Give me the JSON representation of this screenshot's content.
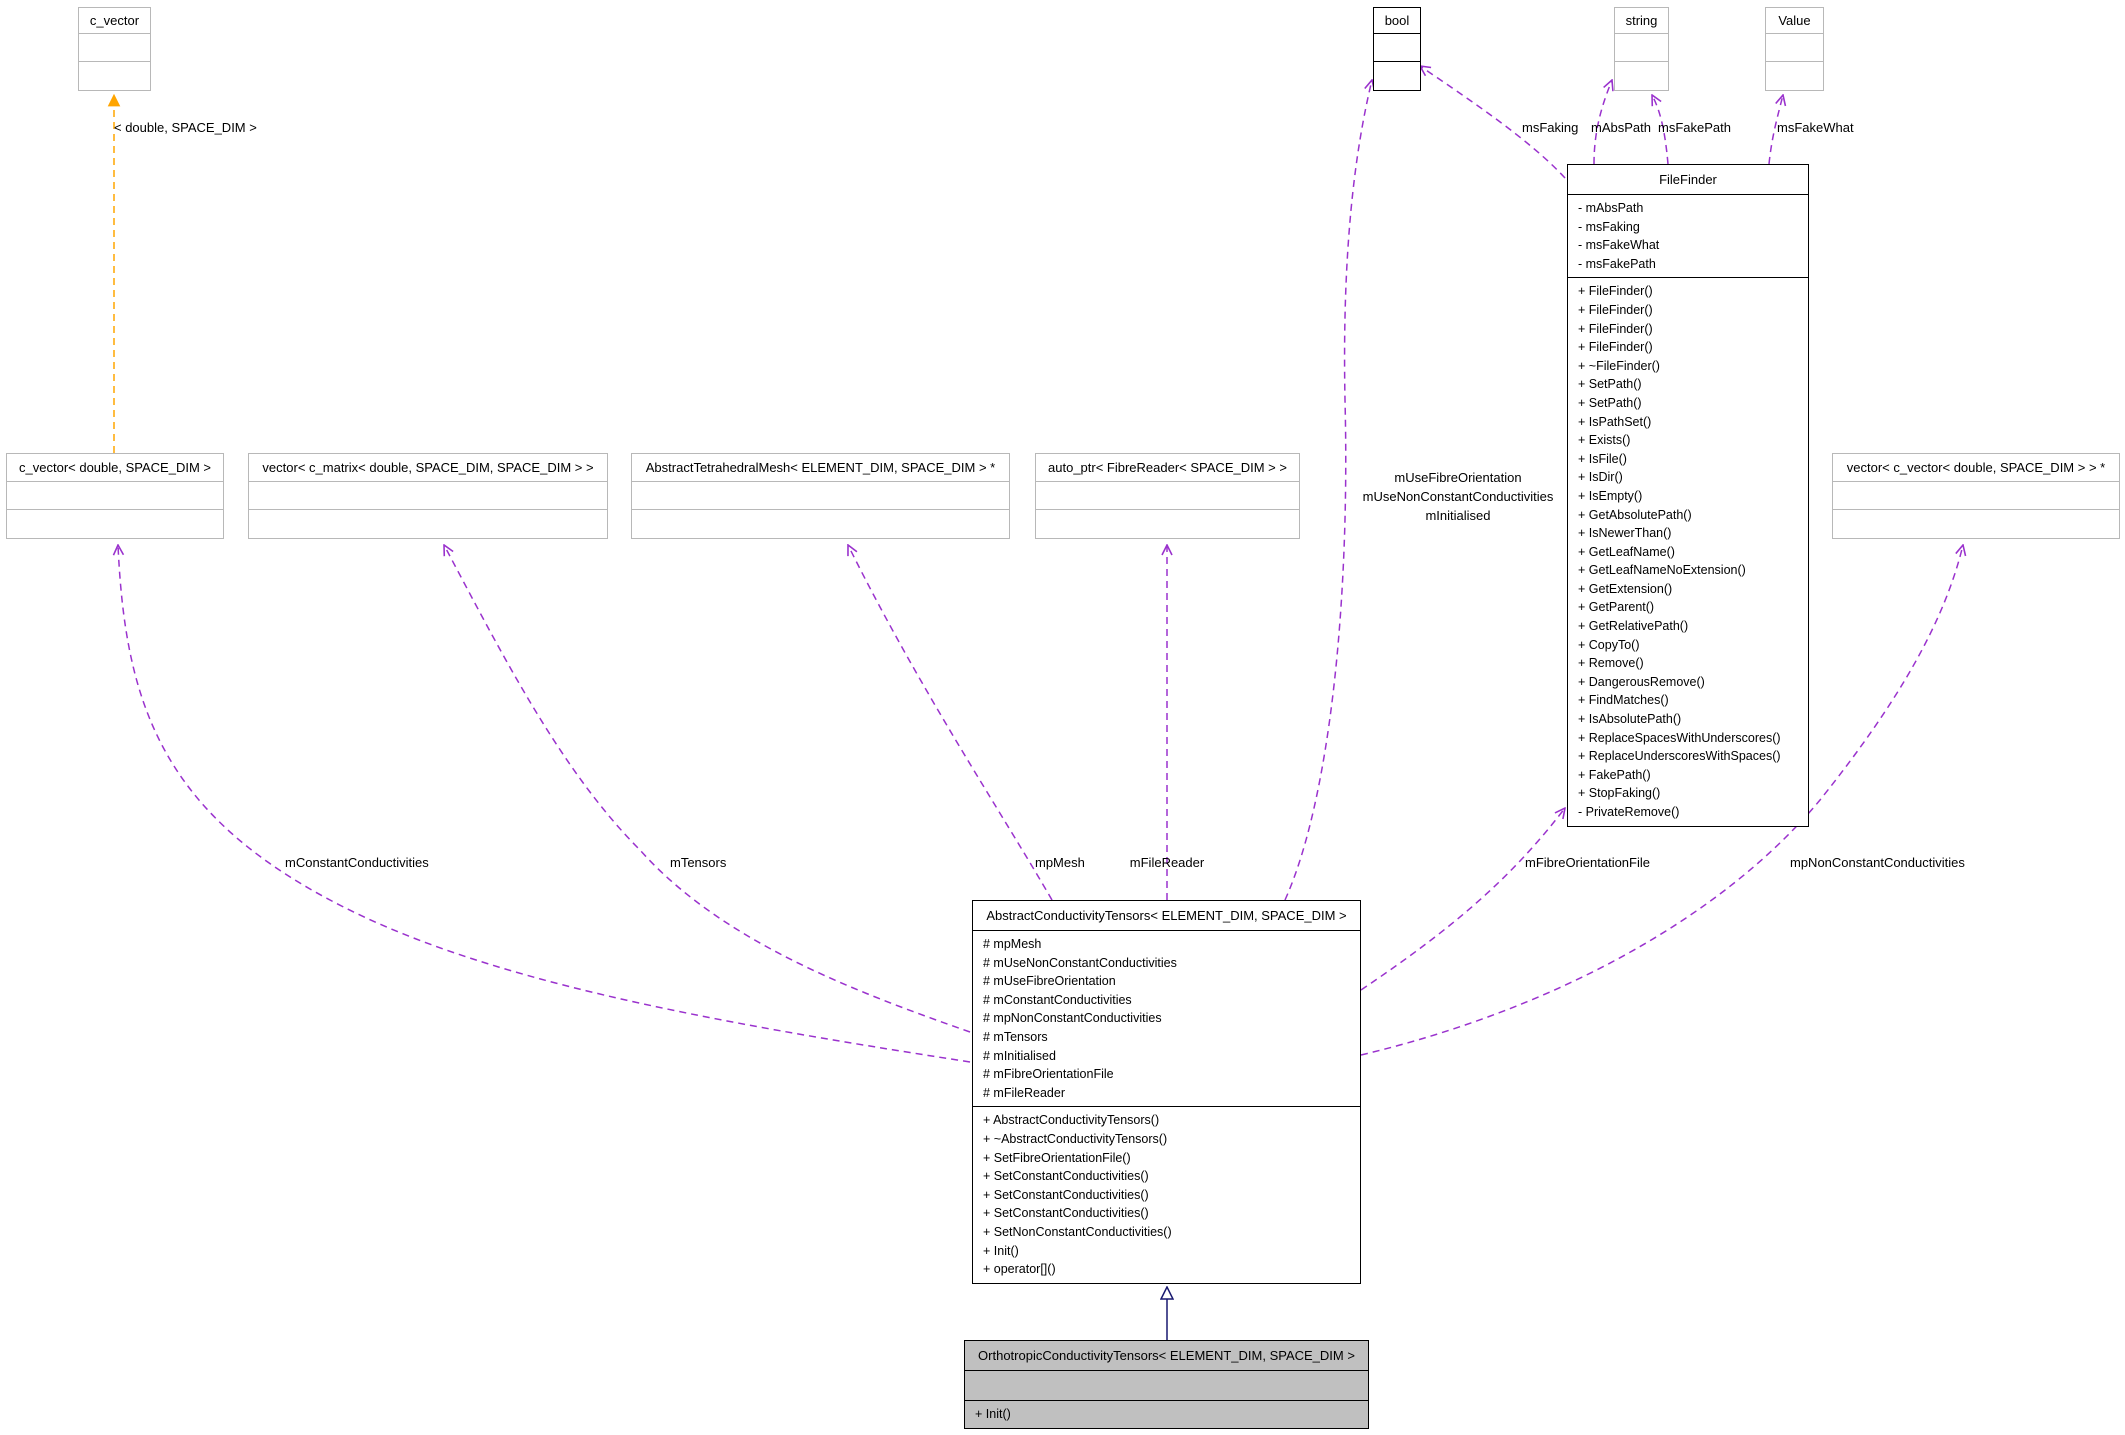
{
  "nodes": [
    {
      "id": "c_vector",
      "title": "c_vector",
      "style": "gray",
      "attrs": [],
      "ops": []
    },
    {
      "id": "bool",
      "title": "bool",
      "style": "black",
      "attrs": [],
      "ops": []
    },
    {
      "id": "string",
      "title": "string",
      "style": "gray",
      "attrs": [],
      "ops": []
    },
    {
      "id": "value",
      "title": "Value",
      "style": "gray",
      "attrs": [],
      "ops": []
    },
    {
      "id": "cvec_double",
      "title": "c_vector< double, SPACE_DIM >",
      "style": "gray",
      "attrs": [],
      "ops": []
    },
    {
      "id": "vec_cmatrix",
      "title": "vector< c_matrix< double, SPACE_DIM, SPACE_DIM > >",
      "style": "gray",
      "attrs": [],
      "ops": []
    },
    {
      "id": "abs_tet_mesh",
      "title": "AbstractTetrahedralMesh< ELEMENT_DIM, SPACE_DIM > *",
      "style": "gray",
      "attrs": [],
      "ops": []
    },
    {
      "id": "auto_ptr_fibre",
      "title": "auto_ptr< FibreReader< SPACE_DIM > >",
      "style": "gray",
      "attrs": [],
      "ops": []
    },
    {
      "id": "vec_cvec",
      "title": "vector< c_vector< double, SPACE_DIM > > *",
      "style": "gray",
      "attrs": [],
      "ops": []
    },
    {
      "id": "filefinder",
      "title": "FileFinder",
      "style": "black",
      "attrs": [
        "- mAbsPath",
        "- msFaking",
        "- msFakeWhat",
        "- msFakePath"
      ],
      "ops": [
        "+ FileFinder()",
        "+ FileFinder()",
        "+ FileFinder()",
        "+ FileFinder()",
        "+ ~FileFinder()",
        "+ SetPath()",
        "+ SetPath()",
        "+ IsPathSet()",
        "+ Exists()",
        "+ IsFile()",
        "+ IsDir()",
        "+ IsEmpty()",
        "+ GetAbsolutePath()",
        "+ IsNewerThan()",
        "+ GetLeafName()",
        "+ GetLeafNameNoExtension()",
        "+ GetExtension()",
        "+ GetParent()",
        "+ GetRelativePath()",
        "+ CopyTo()",
        "+ Remove()",
        "+ DangerousRemove()",
        "+ FindMatches()",
        "+ IsAbsolutePath()",
        "+ ReplaceSpacesWithUnderscores()",
        "+ ReplaceUnderscoresWithSpaces()",
        "+ FakePath()",
        "+ StopFaking()",
        "- PrivateRemove()"
      ]
    },
    {
      "id": "abstract_ct",
      "title": "AbstractConductivityTensors< ELEMENT_DIM, SPACE_DIM >",
      "style": "black",
      "attrs": [
        "# mpMesh",
        "# mUseNonConstantConductivities",
        "# mUseFibreOrientation",
        "# mConstantConductivities",
        "# mpNonConstantConductivities",
        "# mTensors",
        "# mInitialised",
        "# mFibreOrientationFile",
        "# mFileReader"
      ],
      "ops": [
        "+ AbstractConductivityTensors()",
        "+ ~AbstractConductivityTensors()",
        "+ SetFibreOrientationFile()",
        "+ SetConstantConductivities()",
        "+ SetConstantConductivities()",
        "+ SetConstantConductivities()",
        "+ SetNonConstantConductivities()",
        "+ Init()",
        "+ operator[]()"
      ]
    },
    {
      "id": "orthotropic_ct",
      "title": "OrthotropicConductivityTensors< ELEMENT_DIM, SPACE_DIM >",
      "style": "black-filled",
      "attrs": [],
      "ops": [
        "+ Init()"
      ]
    }
  ],
  "edges": [
    {
      "id": "tmpl",
      "kind": "template",
      "label": "< double, SPACE_DIM >"
    },
    {
      "id": "constcond",
      "kind": "usage",
      "label": "mConstantConductivities"
    },
    {
      "id": "tensors",
      "kind": "usage",
      "label": "mTensors"
    },
    {
      "id": "mesh",
      "kind": "usage",
      "label": "mpMesh"
    },
    {
      "id": "filereader",
      "kind": "usage",
      "label": "mFileReader"
    },
    {
      "id": "boolflags",
      "kind": "usage",
      "label_lines": [
        "mUseFibreOrientation",
        "mUseNonConstantConductivities",
        "mInitialised"
      ]
    },
    {
      "id": "fibrefile",
      "kind": "usage",
      "label": "mFibreOrientationFile"
    },
    {
      "id": "nonconst",
      "kind": "usage",
      "label": "mpNonConstantConductivities"
    },
    {
      "id": "msfaking",
      "kind": "usage",
      "label": "msFaking"
    },
    {
      "id": "mabspath",
      "kind": "usage",
      "label": "mAbsPath"
    },
    {
      "id": "msfakepath",
      "kind": "usage",
      "label": "msFakePath"
    },
    {
      "id": "msfakewhat",
      "kind": "usage",
      "label": "msFakeWhat"
    },
    {
      "id": "inherit",
      "kind": "inheritance",
      "label": ""
    }
  ],
  "colors": {
    "usage": "#9a32cd",
    "template": "#ffa500",
    "inheritance": "#191970",
    "gray_border": "#b8b8b8",
    "filled": "#c0c0c0"
  }
}
